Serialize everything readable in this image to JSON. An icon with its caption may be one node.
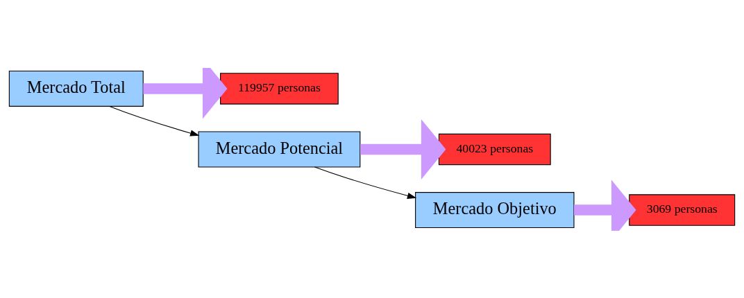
{
  "diagram": {
    "nodes": [
      {
        "text": [
          "Mercado Total"
        ]
      },
      {
        "text": [
          "119957 personas"
        ]
      },
      {
        "text": [
          "Mercado Potencial"
        ]
      },
      {
        "text": [
          "40023 personas"
        ]
      },
      {
        "text": [
          "Mercado Objetivo"
        ]
      },
      {
        "text": [
          "3069 personas"
        ]
      }
    ],
    "edges": [
      {
        "from": 0,
        "to": 1,
        "arrow": "to"
      },
      {
        "from": 0,
        "to": 2,
        "arrow": "to",
        "color": "#000000"
      },
      {
        "from": 2,
        "to": 3,
        "arrow": "to"
      },
      {
        "from": 2,
        "to": 4,
        "arrow": "to",
        "color": "#000000"
      },
      {
        "from": 4,
        "to": 5,
        "arrow": "to"
      }
    ]
  }
}
